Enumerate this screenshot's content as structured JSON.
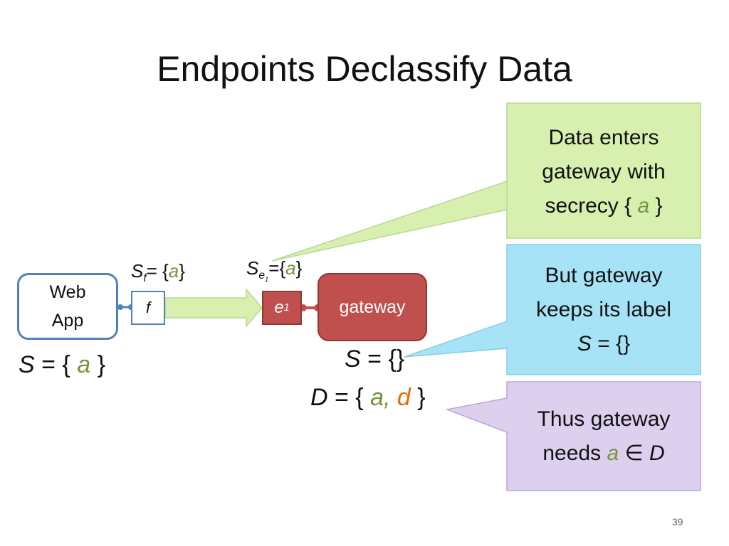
{
  "slide": {
    "title": "Endpoints Declassify Data",
    "page_number": "39"
  },
  "diagram": {
    "webapp": {
      "line1": "Web",
      "line2": "App"
    },
    "f_box": "f",
    "e1_box": {
      "letter": "e",
      "sub": "1"
    },
    "gateway_box": "gateway",
    "sf_label": {
      "S": "S",
      "sub": "f",
      "eq": "= {",
      "a": "a",
      "close": "}"
    },
    "se1_label": {
      "S": "S",
      "sub_e": "e",
      "sub_1": "1",
      "eq": "={",
      "a": "a",
      "close": "}"
    },
    "webapp_secrecy": {
      "S": "S",
      "eq": " = { ",
      "a": "a",
      "close": " }"
    },
    "gateway_secrecy": {
      "S": "S",
      "eq": " = {}"
    },
    "gateway_declass": {
      "D": "D",
      "eq": " = { ",
      "a": "a,",
      "d": " d",
      "close": " }"
    }
  },
  "callouts": {
    "green": {
      "line1": "Data enters",
      "line2": "gateway with",
      "line3_pre": "secrecy { ",
      "line3_a": "a",
      "line3_post": " }",
      "fill": "#d7f0b0",
      "stroke": "#b9d88e"
    },
    "blue": {
      "line1": "But gateway",
      "line2": "keeps its label",
      "line3_S": "S",
      "line3_post": " = {}",
      "fill": "#a7e3f7",
      "stroke": "#86cde6"
    },
    "purple": {
      "line1": "Thus gateway",
      "line2_pre": "needs ",
      "line2_a": "a",
      "line2_in": " ∈ ",
      "line2_D": "D",
      "fill": "#ddd0ef",
      "stroke": "#b9a6d6"
    }
  },
  "colors": {
    "accent_blue": "#4f81bd",
    "gateway_red": "#c0504d",
    "arrow_green": "#d7f0b0",
    "text_green": "#77933c",
    "text_orange": "#e46c0a"
  }
}
